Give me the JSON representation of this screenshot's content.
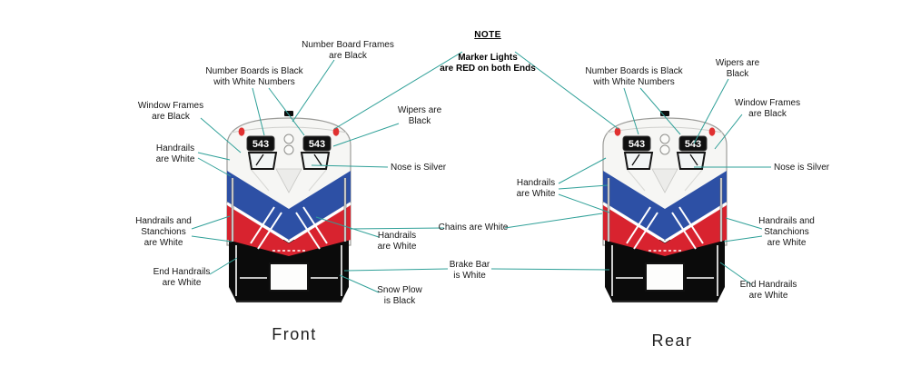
{
  "note": {
    "heading": "NOTE",
    "body": "Marker Lights\nare RED on both Ends"
  },
  "captions": {
    "front": "Front",
    "rear": "Rear"
  },
  "locomotive": {
    "number": "543"
  },
  "labels": {
    "front_number_board_frames": "Number Board Frames\nare Black",
    "front_number_boards": "Number Boards is Black\nwith White Numbers",
    "front_window_frames": "Window Frames\nare Black",
    "front_handrails_upper": "Handrails\nare White",
    "front_wipers": "Wipers are\nBlack",
    "front_nose": "Nose is Silver",
    "front_handrails_stanchions": "Handrails and\nStanchions\nare White",
    "front_handrails_lower": "Handrails\nare White",
    "front_end_handrails": "End Handrails\nare White",
    "front_snow_plow": "Snow Plow\nis Black",
    "center_chains": "Chains are White",
    "center_brake_bar": "Brake Bar\nis White",
    "rear_number_boards": "Number Boards is Black\nwith White Numbers",
    "rear_wipers": "Wipers are\nBlack",
    "rear_window_frames": "Window Frames\nare Black",
    "rear_handrails": "Handrails\nare White",
    "rear_nose": "Nose is Silver",
    "rear_handrails_stanchions": "Handrails and\nStanchions\nare White",
    "rear_end_handrails": "End Handrails\nare White"
  },
  "colors": {
    "leader_line": "#2fa098",
    "loco_blue": "#2d50a5",
    "loco_red": "#d8232f",
    "loco_silver": "#f6f6f4",
    "loco_black": "#0b0b0b",
    "marker_light_red": "#e03030"
  }
}
